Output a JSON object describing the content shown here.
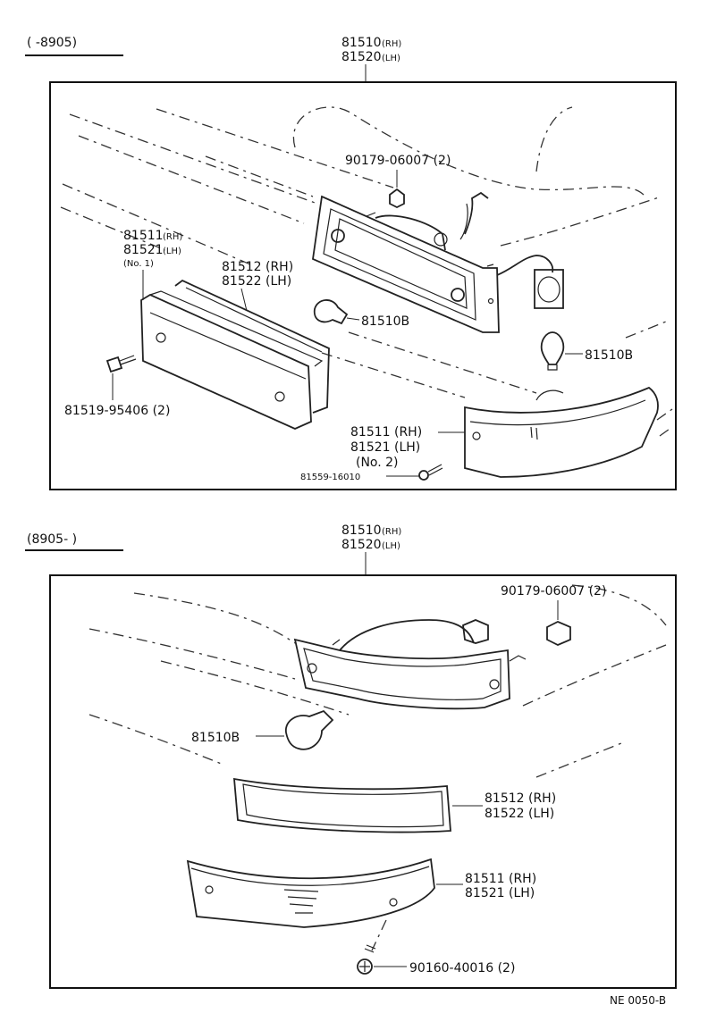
{
  "top_section": {
    "date_range": "(      -8905)",
    "assembly": {
      "main_line1": "81510",
      "main_tag1": "(RH)",
      "main_line2": "81520",
      "main_tag2": "(LH)"
    },
    "nut": "90179-06007 (2)",
    "lens_no1": {
      "line1": "81511",
      "tag1": "(RH)",
      "line2": "81521",
      "tag2": "(LH)",
      "line3": "(No. 1)"
    },
    "gasket": {
      "line1": "81512 (RH)",
      "line2": "81522 (LH)"
    },
    "bulb_a": "81510B",
    "bulb_b": "81510B",
    "screw": "81519-95406 (2)",
    "lens_no2": {
      "line1": "81511 (RH)",
      "line2": "81521 (LH)",
      "line3": "(No. 2)"
    },
    "screw2": "81559-16010"
  },
  "bottom_section": {
    "date_range": "(8905-      )",
    "assembly": {
      "main_line1": "81510",
      "main_tag1": "(RH)",
      "main_line2": "81520",
      "main_tag2": "(LH)"
    },
    "nut": "90179-06007 (2)",
    "bulb": "81510B",
    "gasket": {
      "line1": "81512 (RH)",
      "line2": "81522 (LH)"
    },
    "lens": {
      "line1": "81511 (RH)",
      "line2": "81521 (LH)"
    },
    "screw": "90160-40016 (2)"
  },
  "footer_code": "NE 0050-B",
  "colors": {
    "ink": "#111111",
    "paper": "#ffffff"
  }
}
